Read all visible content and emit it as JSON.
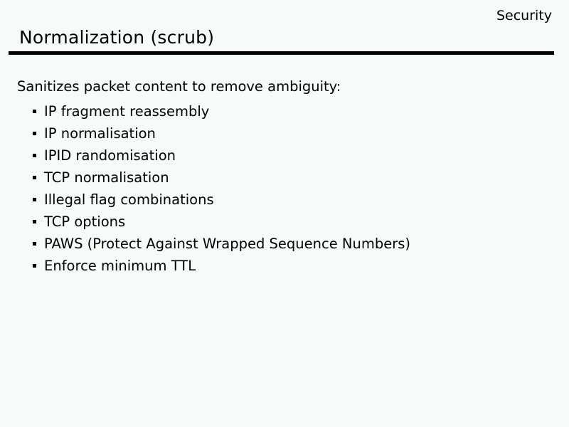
{
  "slide": {
    "corner_label": "Security",
    "title": "Normalization (scrub)",
    "lead": "Sanitizes packet content to remove ambiguity:",
    "bullets": [
      "IP fragment reassembly",
      "IP normalisation",
      "IPID randomisation",
      "TCP normalisation",
      "Illegal flag combinations",
      "TCP options",
      "PAWS (Protect Against Wrapped Sequence Numbers)",
      "Enforce minimum TTL"
    ],
    "colors": {
      "background": "#f5fbf6",
      "text": "#000000",
      "rule": "#000000"
    }
  }
}
